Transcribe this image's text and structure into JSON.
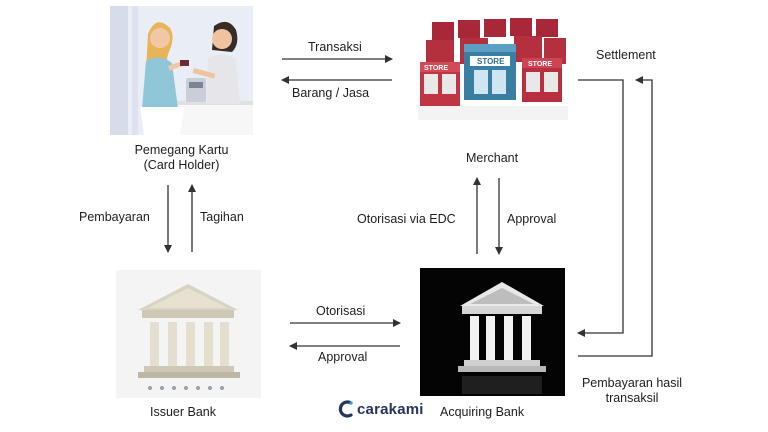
{
  "parties": {
    "cardholder": {
      "line1": "Pemegang Kartu",
      "line2": "(Card Holder)"
    },
    "merchant": "Merchant",
    "issuer_bank": "Issuer Bank",
    "acquiring_bank": "Acquiring Bank"
  },
  "flows": {
    "transaksi": "Transaksi",
    "barang_jasa": "Barang / Jasa",
    "pembayaran": "Pembayaran",
    "tagihan": "Tagihan",
    "otorisasi_edc": "Otorisasi via EDC",
    "approval_merchant": "Approval",
    "otorisasi": "Otorisasi",
    "approval_bank": "Approval",
    "settlement": "Settlement",
    "pembayaran_hasil": {
      "line1": "Pembayaran hasil",
      "line2": "transaksil"
    }
  },
  "store_signs": [
    "STORE",
    "STORE",
    "STORE"
  ],
  "brand": {
    "name": "carakami",
    "color": "#27345f"
  },
  "colors": {
    "arrow": "#333333",
    "text": "#1e1e1e"
  }
}
